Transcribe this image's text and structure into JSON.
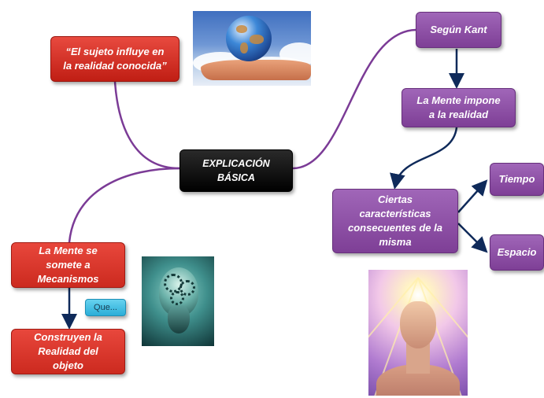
{
  "nodes": {
    "center": "EXPLICACIÓN\nBÁSICA",
    "quote": "“El sujeto influye en\nla realidad conocida”",
    "kant": "Según Kant",
    "mente_impone": "La Mente impone\na la realidad",
    "ciertas": "Ciertas\ncaracterísticas\nconsecuentes de la\nmisma",
    "tiempo": "Tiempo",
    "espacio": "Espacio",
    "mente_somete": "La Mente se\nsomete a\nMecanismos",
    "que": "Que...",
    "construyen": "Construyen la\nRealidad del\nobjeto"
  },
  "images": [
    "globe-in-hand-image",
    "mechanical-head-image",
    "illuminated-man-image"
  ],
  "colors": {
    "red": "#d23024",
    "purple": "#8c4ca6",
    "black": "#111111",
    "cyan": "#3cbde3",
    "branch_line": "#7b3b96",
    "arrow": "#0f2a5a"
  }
}
